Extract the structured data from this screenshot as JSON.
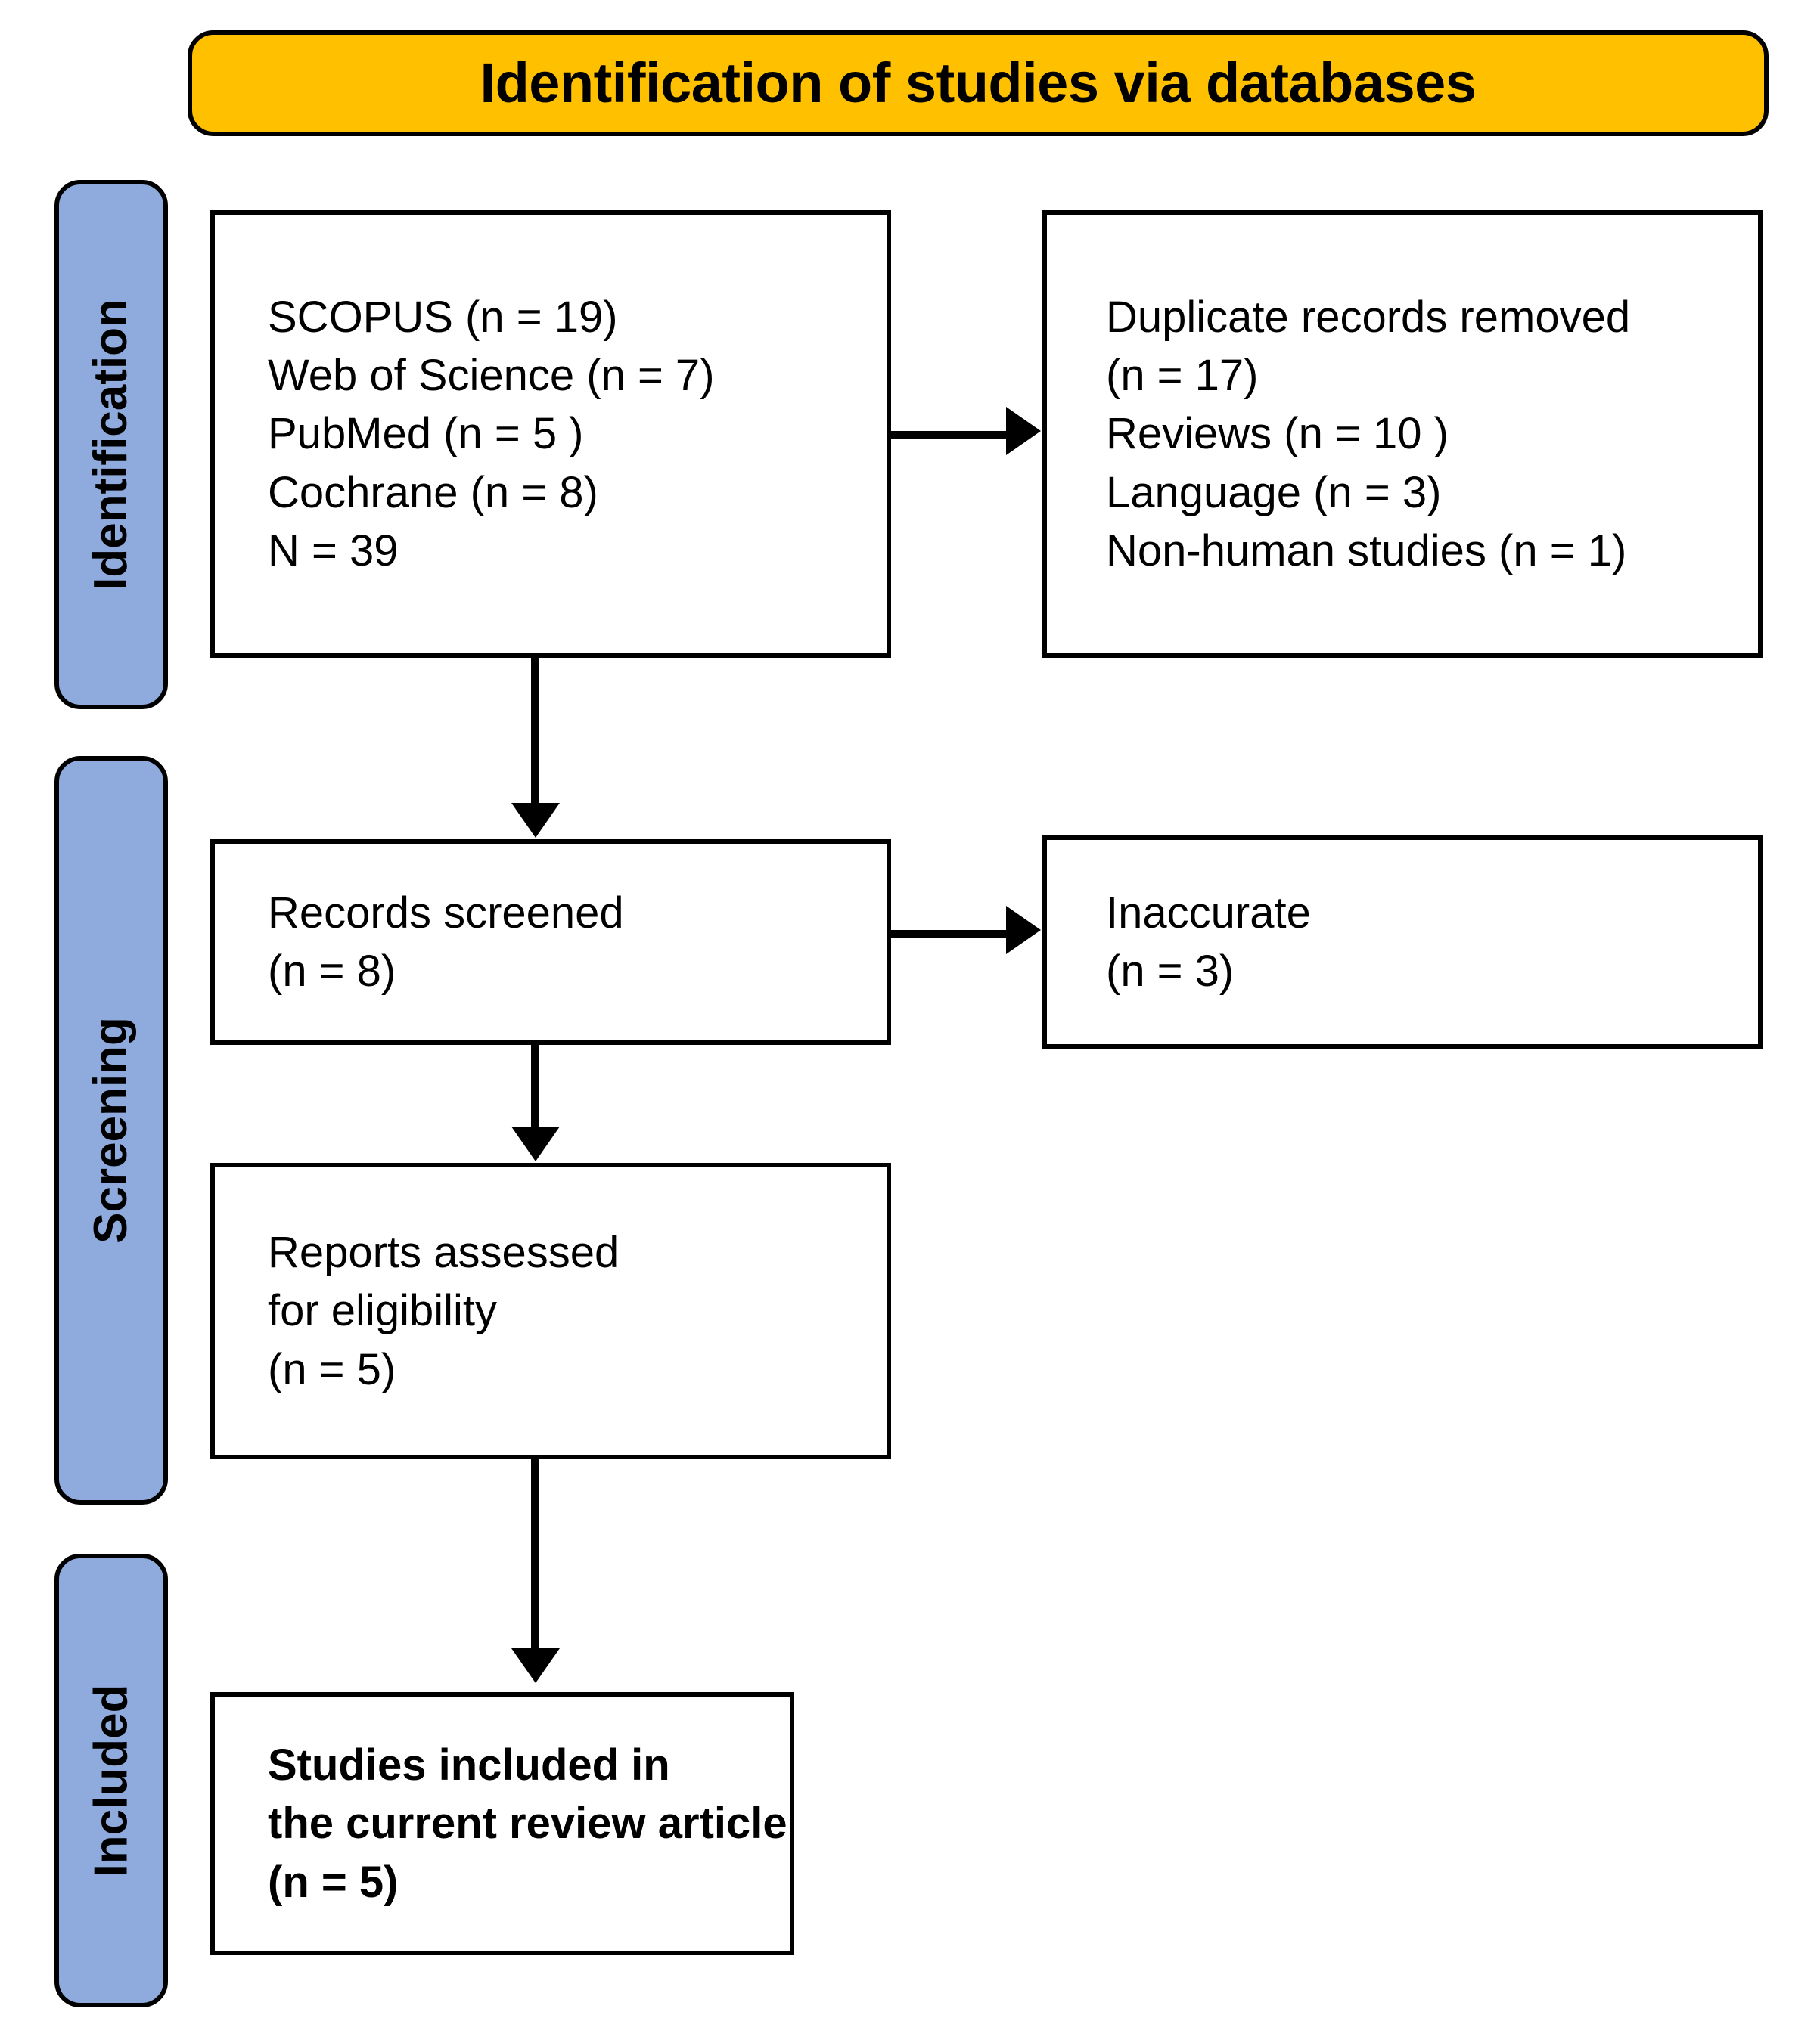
{
  "banner": {
    "title": "Identification of studies via databases"
  },
  "stages": [
    {
      "id": "identification",
      "label": "Identification"
    },
    {
      "id": "screening",
      "label": "Screening"
    },
    {
      "id": "included",
      "label": "Included"
    }
  ],
  "boxes": {
    "databases": {
      "lines": [
        "SCOPUS (n = 19)",
        "Web of Science (n = 7)",
        "PubMed (n = 5 )",
        "Cochrane (n = 8)",
        "N = 39"
      ]
    },
    "excluded": {
      "lines": [
        "Duplicate records removed",
        "(n = 17)",
        "Reviews (n = 10 )",
        "Language (n = 3)",
        "Non-human studies (n = 1)"
      ]
    },
    "screened": {
      "lines": [
        "Records screened",
        "(n = 8)"
      ]
    },
    "inaccurate": {
      "lines": [
        "Inaccurate",
        "(n = 3)"
      ]
    },
    "eligibility": {
      "lines": [
        "Reports assessed",
        "for eligibility",
        "(n = 5)"
      ]
    },
    "included": {
      "lines": [
        "Studies included in",
        "the current review article",
        "(n = 5)"
      ]
    }
  },
  "colors": {
    "banner_fill": "#FFC000",
    "stage_fill": "#8FAADC",
    "box_fill": "#FFFFFF",
    "stroke": "#000000"
  }
}
